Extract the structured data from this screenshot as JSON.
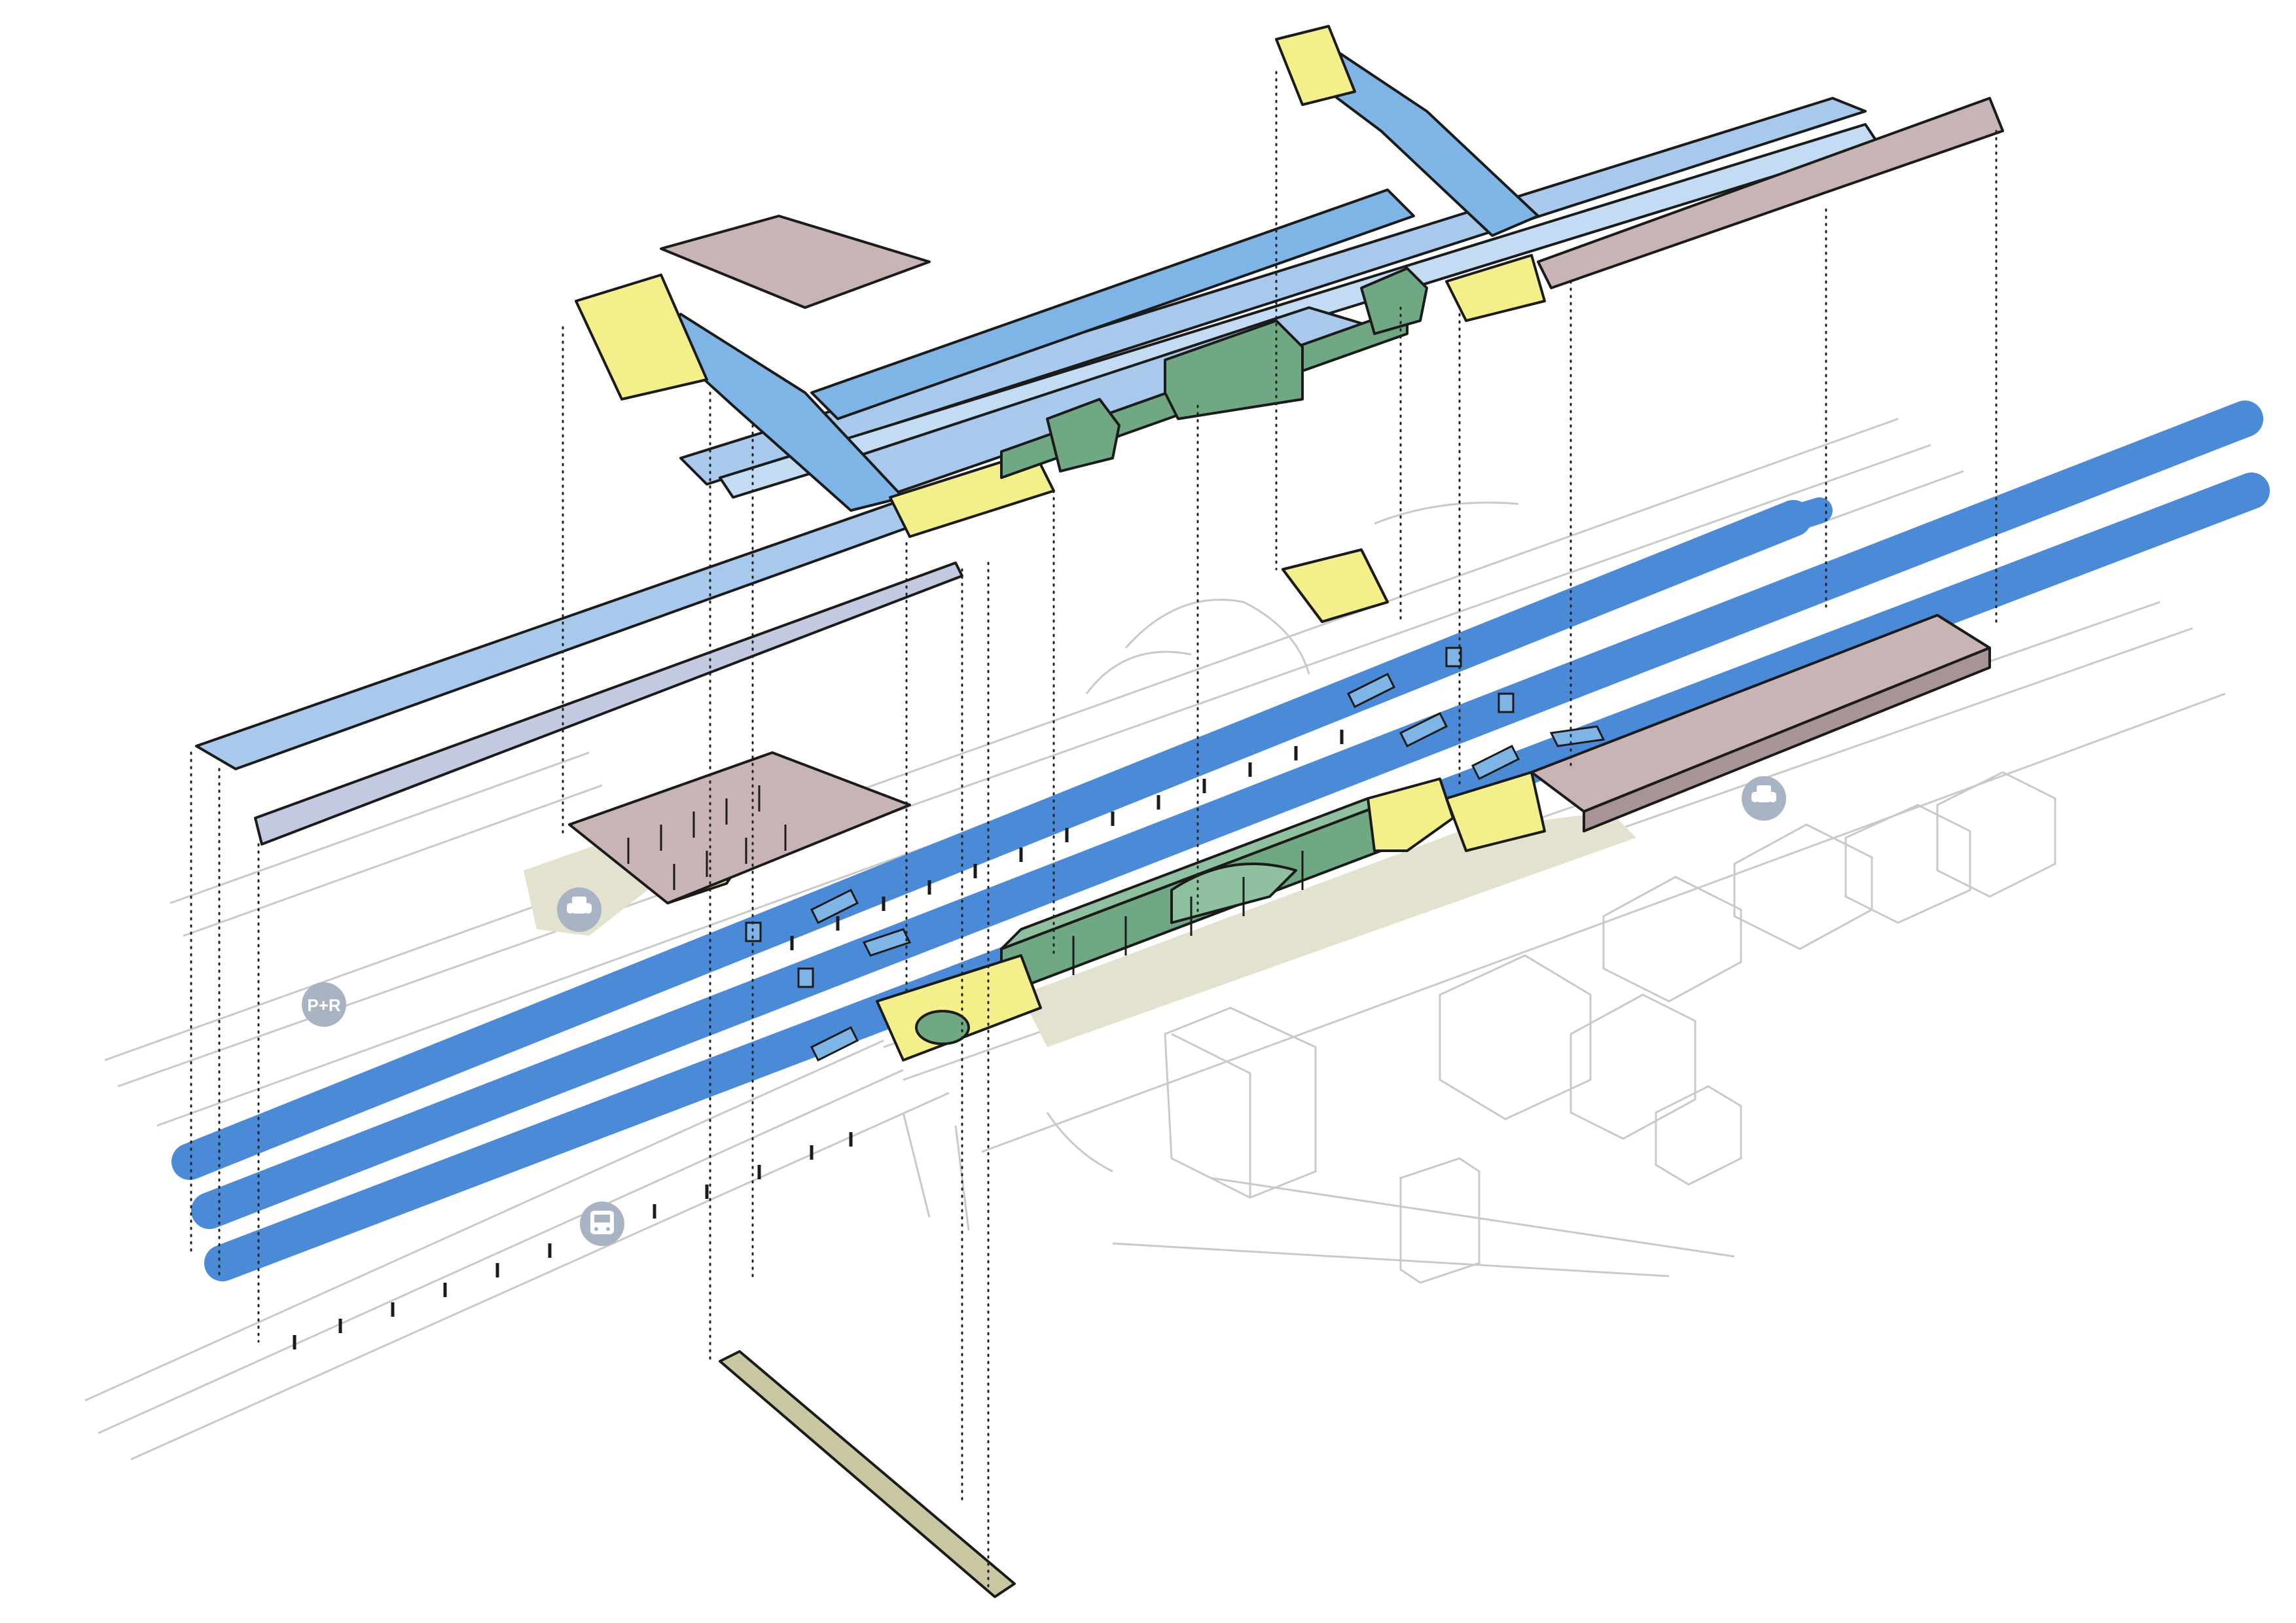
{
  "diagram": {
    "type": "exploded-axonometric-station",
    "icons": [
      {
        "name": "park-and-ride-icon",
        "label": "P+R"
      },
      {
        "name": "taxi-icon-left",
        "label": ""
      },
      {
        "name": "taxi-icon-right",
        "label": ""
      },
      {
        "name": "bus-icon",
        "label": ""
      }
    ],
    "colors": {
      "track_blue": "#4a8ad6",
      "canopy_blue": "#a8c8ec",
      "bridge_blue": "#7fb5e6",
      "highlight_yellow": "#f3f08c",
      "roof_mauve": "#c8b3b5",
      "station_green": "#6fa883",
      "ground_beige": "#e2e2cf",
      "tunnel_khaki": "#c9c6a2",
      "icon_grey": "#a8b4c4"
    }
  }
}
